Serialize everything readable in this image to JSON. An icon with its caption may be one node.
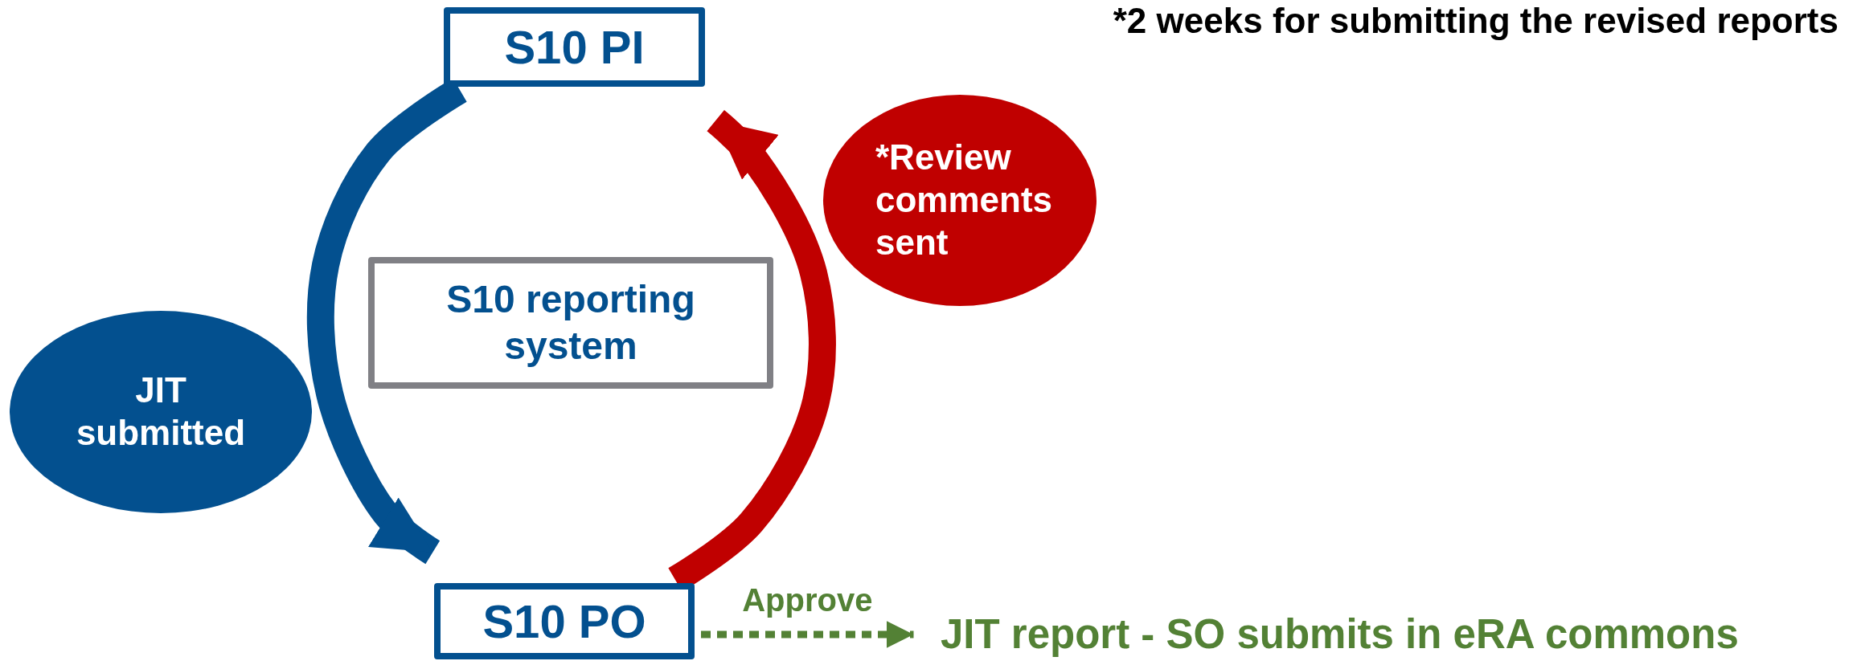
{
  "diagram": {
    "nodes": [
      {
        "text": [
          "S10 PI"
        ]
      },
      {
        "text": [
          "S10 reporting system"
        ]
      },
      {
        "text": [
          "*Review comments sent"
        ]
      },
      {
        "text": [
          "JIT submitted"
        ]
      },
      {
        "text": [
          "S10 PO"
        ]
      },
      {
        "text": [
          "JIT report - SO submits in eRA commons"
        ]
      }
    ],
    "edges": [
      {
        "from": 0,
        "to": 4,
        "arrow": "to",
        "color": "#03508f"
      },
      {
        "from": 4,
        "to": 0,
        "arrow": "to",
        "color": "#c00000"
      },
      {
        "from": 4,
        "to": 5,
        "arrow": "to",
        "label": "Approve",
        "style": "dashed",
        "color": "#538135"
      }
    ],
    "labels": [
      "*2 weeks for submitting the revised reports"
    ]
  }
}
